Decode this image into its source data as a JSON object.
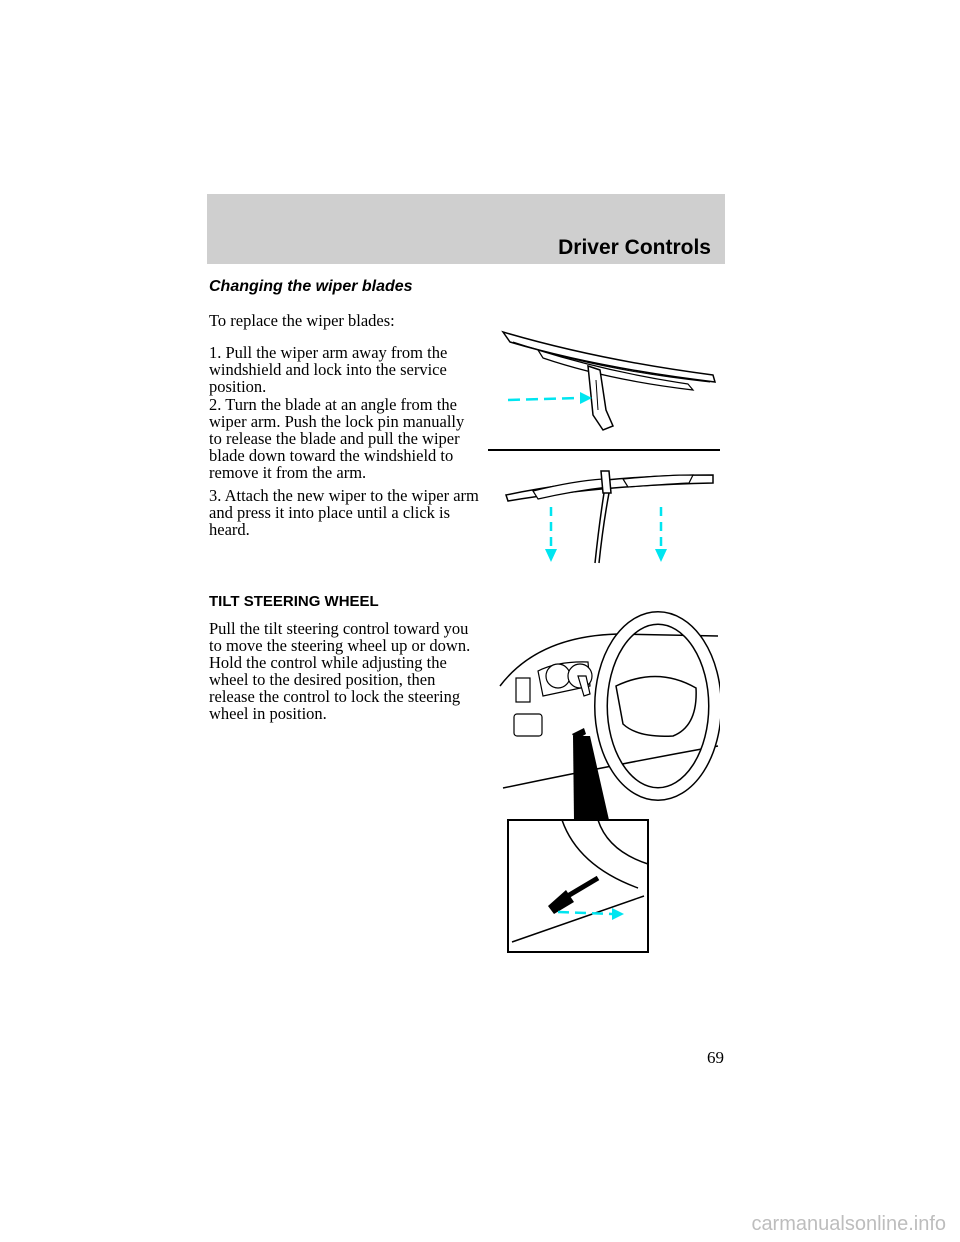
{
  "header": {
    "section_title": "Driver Controls"
  },
  "wiper": {
    "heading": "Changing the wiper blades",
    "intro": "To replace the wiper blades:",
    "steps": [
      "1. Pull the wiper arm away from the windshield and lock into the service position.",
      "2. Turn the blade at an angle from the wiper arm. Push the lock pin manually to release the blade and pull the wiper blade down toward the windshield to remove it from the arm.",
      "3. Attach the new wiper to the wiper arm and press it into place until a click is heard."
    ]
  },
  "tilt": {
    "heading": "TILT STEERING WHEEL",
    "body": "Pull the tilt steering control toward you to move the steering wheel up or down. Hold the control while adjusting the wheel to the desired position, then release the control to lock the steering wheel in position."
  },
  "page_number": "69",
  "watermark": "carmanualsonline.info",
  "colors": {
    "header_band": "#cfcfcf",
    "arrow": "#00e5f0"
  }
}
